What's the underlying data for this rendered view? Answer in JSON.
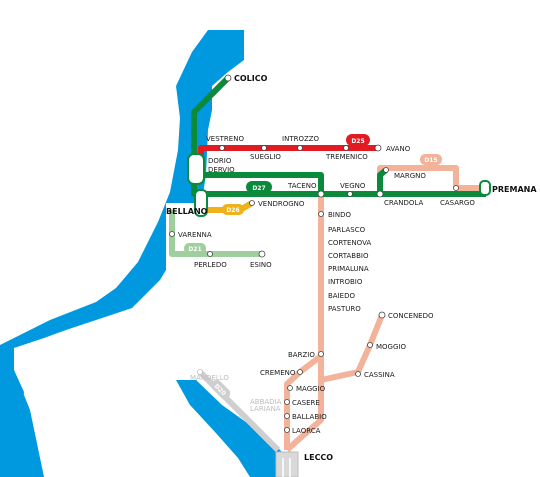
{
  "colors": {
    "lake": "#0099e0",
    "green": "#0b8a3c",
    "red": "#e21b23",
    "salmon": "#f2b39a",
    "yellow": "#f0b21a",
    "lightgreen": "#9fcf9c",
    "grey": "#cfcfcf"
  },
  "routes": [
    {
      "id": "D25",
      "label": "D25",
      "color": "#e21b23"
    },
    {
      "id": "D26",
      "label": "D26",
      "color": "#f0b21a"
    },
    {
      "id": "D27",
      "label": "D27",
      "color": "#0b8a3c"
    },
    {
      "id": "D21",
      "label": "D21",
      "color": "#9fcf9c"
    },
    {
      "id": "D15",
      "label": "D15",
      "color": "#f2b39a"
    },
    {
      "id": "D20",
      "label": "D20",
      "color": "#cfcfcf"
    }
  ],
  "stops": {
    "colico": "COLICO",
    "vestreno": "VESTRENO",
    "introzzo": "INTROZZO",
    "sueglio": "SUEGLIO",
    "tremenico": "TREMENICO",
    "avano": "AVANO",
    "dorio": "DORIO",
    "dervio": "DERVIO",
    "margno": "MARGNO",
    "taceno": "TACENO",
    "vegno": "VEGNO",
    "premana": "PREMANA",
    "bellano": "BELLANO",
    "vendrogno": "VENDROGNO",
    "crandola": "CRANDOLA",
    "casargo": "CASARGO",
    "bindo": "BINDO",
    "varenna": "VARENNA",
    "parlasco": "PARLASCO",
    "cortenova": "CORTENOVA",
    "perledo": "PERLEDO",
    "esino": "ESINO",
    "cortabbio": "CORTABBIO",
    "primaluna": "PRIMALUNA",
    "introbio": "INTROBIO",
    "baiedo": "BAIEDO",
    "pasturo": "PASTURO",
    "concenedo": "CONCENEDO",
    "moggio": "MOGGIO",
    "barzio": "BARZIO",
    "mandello": "MANDELLO",
    "cremeno": "CREMENO",
    "cassina": "CASSINA",
    "maggio": "MAGGIO",
    "abbadia_1": "ABBADIA",
    "abbadia_2": "LARIANA",
    "casere": "CASERE",
    "ballabio": "BALLABIO",
    "laorca": "LAORCA",
    "lecco": "LECCO"
  }
}
